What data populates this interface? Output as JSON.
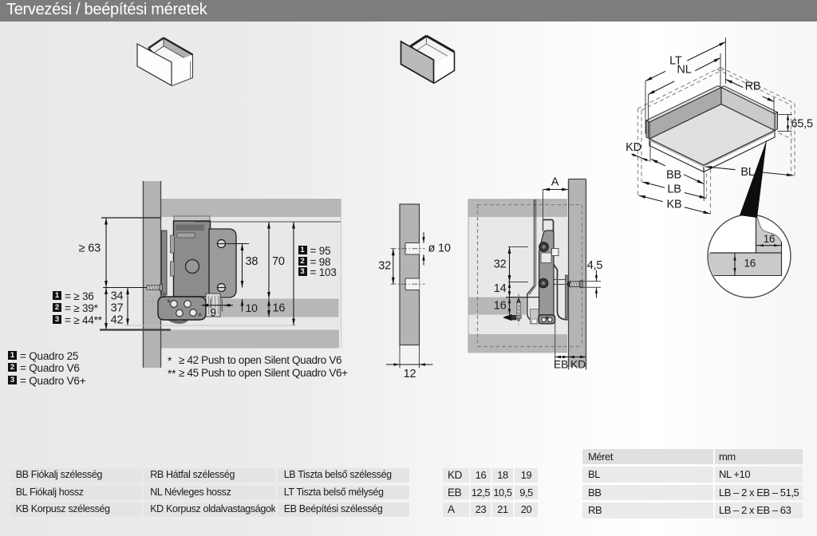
{
  "title": "Tervezési / beépítési méretek",
  "iso": {
    "lt": "LT",
    "nl": "NL",
    "rb": "RB",
    "height": "65,5",
    "kd": "KD",
    "bb": "BB",
    "lb": "LB",
    "kb": "KB",
    "bl": "BL",
    "detail_back": "16",
    "detail_bottom": "16"
  },
  "side": {
    "min_top": "≥ 63",
    "off1": "34",
    "off2": "37",
    "off3": "42",
    "d38": "38",
    "d70": "70",
    "d16": "16",
    "d9": "9",
    "d10": "10",
    "legend_front": [
      {
        "n": "1",
        "v": "= ≥ 36"
      },
      {
        "n": "2",
        "v": "= ≥ 39*"
      },
      {
        "n": "3",
        "v": "= ≥ 44**"
      }
    ],
    "legend_height": [
      {
        "n": "1",
        "v": "= 95"
      },
      {
        "n": "2",
        "v": "= 98"
      },
      {
        "n": "3",
        "v": "= 103"
      }
    ]
  },
  "back": {
    "dia": "ø 10",
    "spacing": "32",
    "thick": "12"
  },
  "rear": {
    "a": "A",
    "d32": "32",
    "d14": "14",
    "d16": "16",
    "screw": "4,5",
    "eb": "EB",
    "kd": "KD"
  },
  "quadro_legend": [
    {
      "n": "1",
      "v": "= Quadro 25"
    },
    {
      "n": "2",
      "v": "= Quadro V6"
    },
    {
      "n": "3",
      "v": "= Quadro V6+"
    }
  ],
  "notes": [
    {
      "m": "*",
      "t": "≥ 42 Push to open Silent Quadro V6"
    },
    {
      "m": "**",
      "t": "≥ 45 Push to open Silent Quadro V6+"
    }
  ],
  "glossary": {
    "rows": [
      [
        {
          "c": "BB",
          "l": "Fiókalj szélesség"
        },
        {
          "c": "RB",
          "l": "Hátfal szélesség"
        },
        {
          "c": "LB",
          "l": "Tiszta belső szélesség"
        }
      ],
      [
        {
          "c": "BL",
          "l": "Fiókalj hossz"
        },
        {
          "c": "NL",
          "l": "Névleges hossz"
        },
        {
          "c": "LT",
          "l": "Tiszta belső mélység"
        }
      ],
      [
        {
          "c": "KB",
          "l": "Korpusz szélesség"
        },
        {
          "c": "KD",
          "l": "Korpusz oldalvastagságok"
        },
        {
          "c": "EB",
          "l": "Beépítési szélesség"
        }
      ]
    ]
  },
  "kd_table": {
    "rows": [
      {
        "label": "KD",
        "values": [
          "16",
          "18",
          "19"
        ]
      },
      {
        "label": "EB",
        "values": [
          "12,5",
          "10,5",
          "9,5"
        ]
      },
      {
        "label": "A",
        "values": [
          "23",
          "21",
          "20"
        ]
      }
    ]
  },
  "size_table": {
    "header": [
      "Méret",
      "mm"
    ],
    "rows": [
      [
        "BL",
        "NL +10"
      ],
      [
        "BB",
        "LB – 2 x EB – 51,5"
      ],
      [
        "RB",
        "LB – 2 x EB – 63"
      ]
    ]
  }
}
